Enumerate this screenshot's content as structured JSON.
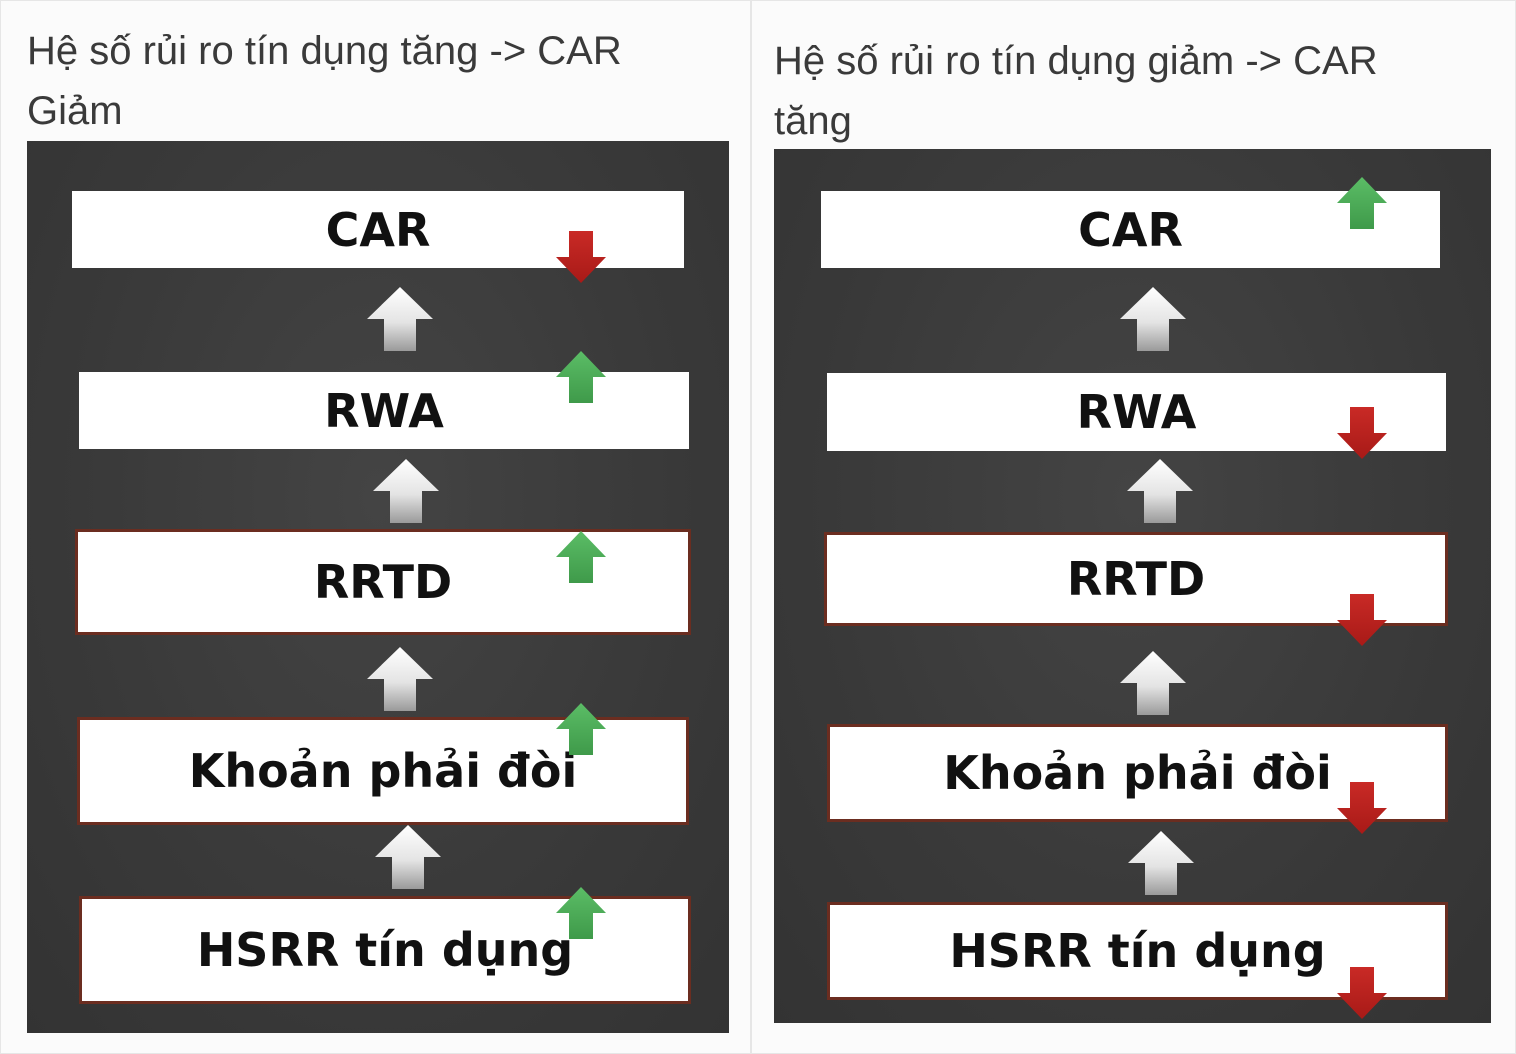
{
  "left": {
    "heading_line1": "Hệ số rủi ro tín dụng tăng -> CAR",
    "heading_line2": "Giảm",
    "boxes": [
      "CAR",
      "RWA",
      "RRTD",
      "Khoản phải đòi",
      "HSRR tín dụng"
    ],
    "indicators": [
      "down",
      "up",
      "up",
      "up",
      "up"
    ]
  },
  "right": {
    "heading_line1": "Hệ số rủi ro tín dụng giảm -> CAR",
    "heading_line2": "tăng",
    "boxes": [
      "CAR",
      "RWA",
      "RRTD",
      "Khoản phải đòi",
      "HSRR tín dụng"
    ],
    "indicators": [
      "up",
      "down",
      "down",
      "down",
      "down"
    ]
  },
  "colors": {
    "up_indicator": "#4aa655",
    "down_indicator": "#c0221f",
    "board": "#3b3b3b",
    "box_border": "#6b2d20"
  }
}
